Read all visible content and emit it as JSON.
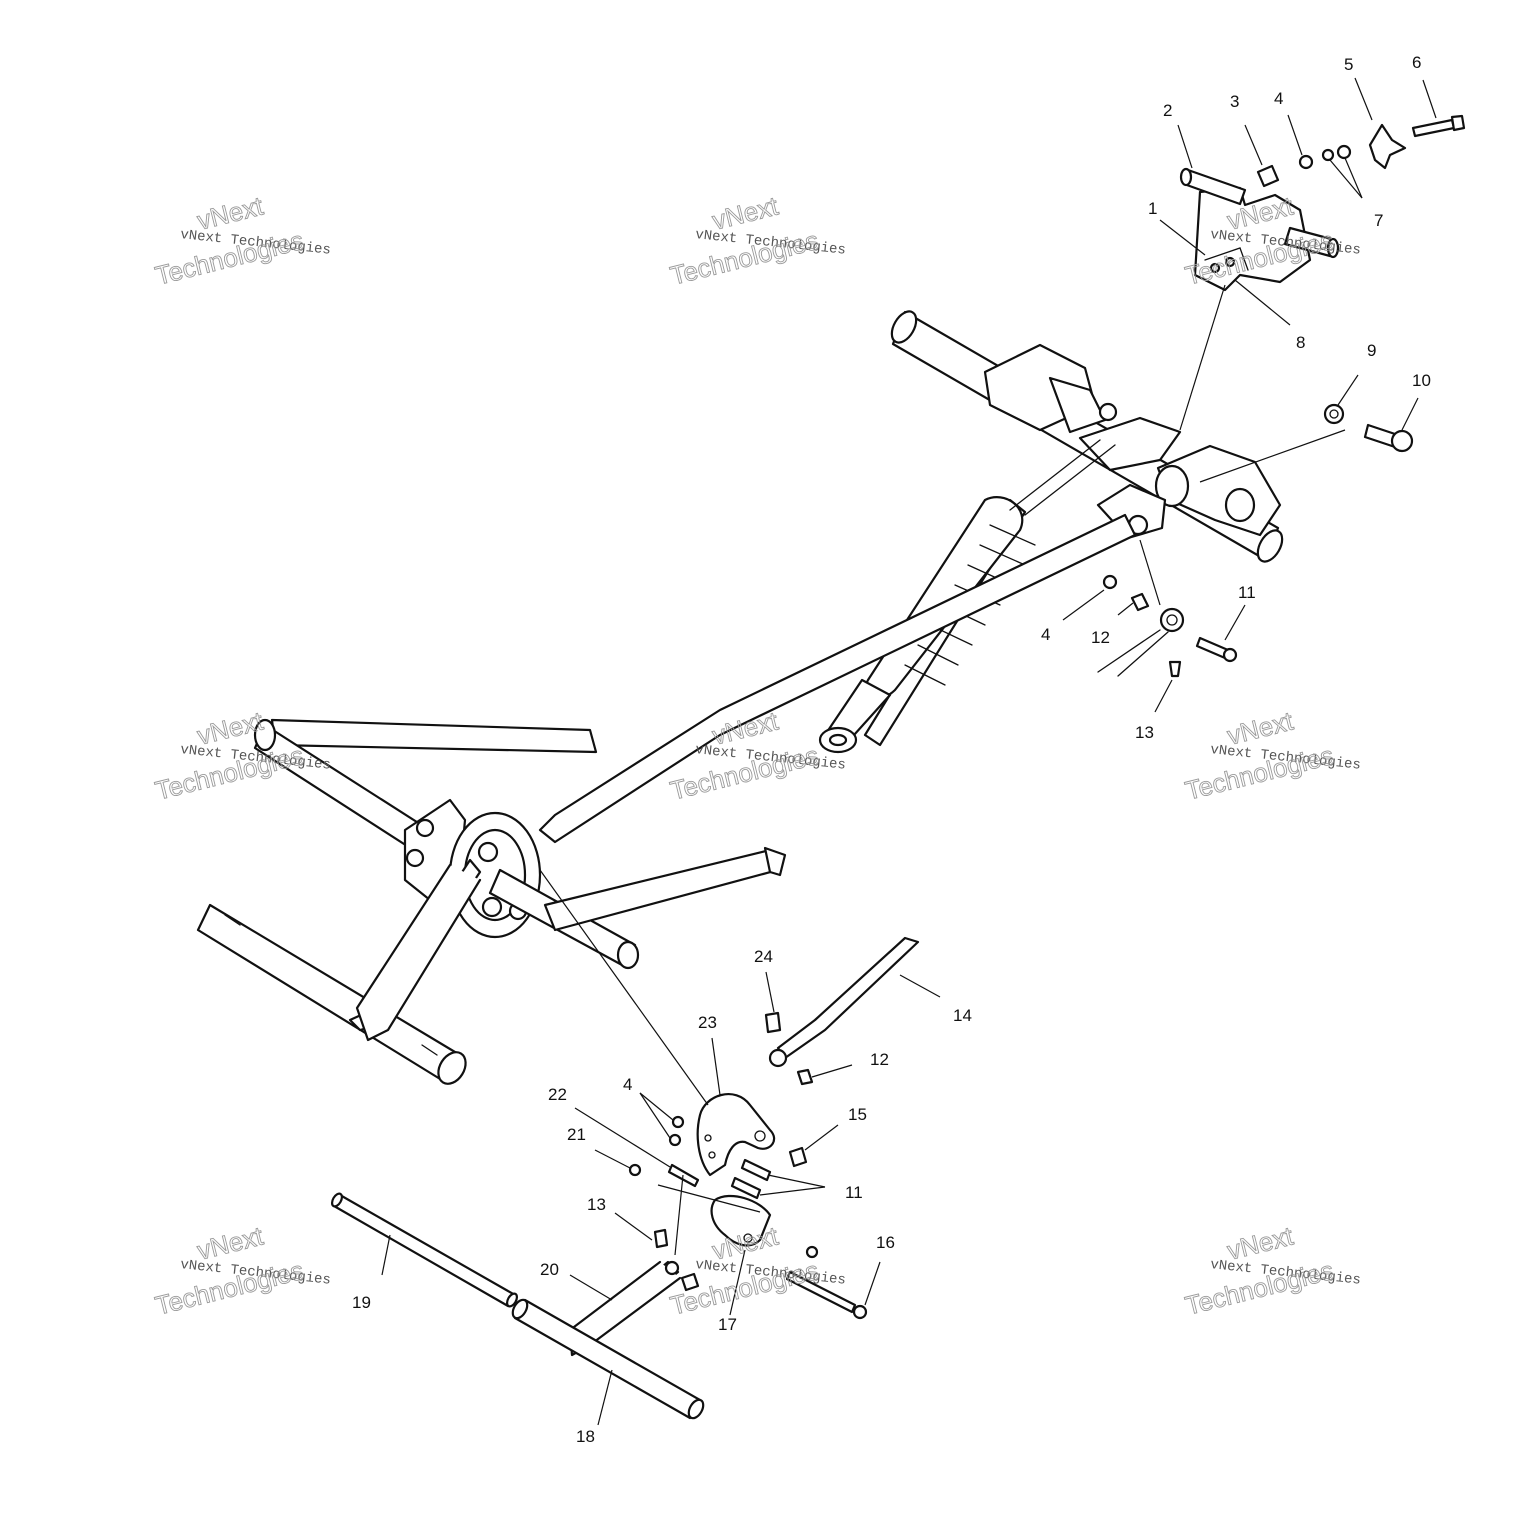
{
  "watermark": {
    "line1": "vNext",
    "line2": "vNext Technologies",
    "line3": "Technologies"
  },
  "callouts": {
    "c1": "1",
    "c2": "2",
    "c3": "3",
    "c4a": "4",
    "c5": "5",
    "c6": "6",
    "c7": "7",
    "c8": "8",
    "c9": "9",
    "c10": "10",
    "c4b": "4",
    "c12a": "12",
    "c11a": "11",
    "c13a": "13",
    "c24": "24",
    "c14": "14",
    "c23": "23",
    "c12b": "12",
    "c4c": "4",
    "c22": "22",
    "c15": "15",
    "c21": "21",
    "c11b": "11",
    "c13b": "13",
    "c16": "16",
    "c20": "20",
    "c19": "19",
    "c17": "17",
    "c18": "18"
  }
}
